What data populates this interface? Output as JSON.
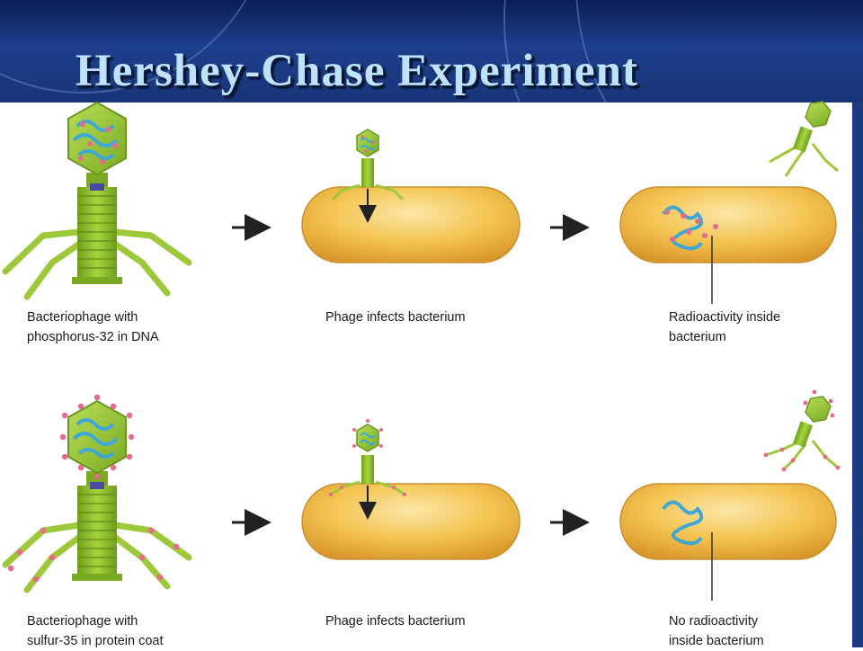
{
  "title": "Hershey-Chase Experiment",
  "colors": {
    "header_bg": "#1c3f8c",
    "title_text": "#bfe3ff",
    "phage_green": "#8bbf2a",
    "dna_blue": "#3fa7d6",
    "label_pink": "#e86a8a",
    "bacterium": "#f3c34f"
  },
  "rows": [
    {
      "name": "phosphorus",
      "captions": [
        "Bacteriophage with\nphosphorus-32 in DNA",
        "Phage infects bacterium",
        "Radioactivity inside\nbacterium"
      ]
    },
    {
      "name": "sulfur",
      "captions": [
        "Bacteriophage with\nsulfur-35 in protein coat",
        "Phage infects bacterium",
        "No radioactivity\ninside bacterium"
      ]
    }
  ]
}
